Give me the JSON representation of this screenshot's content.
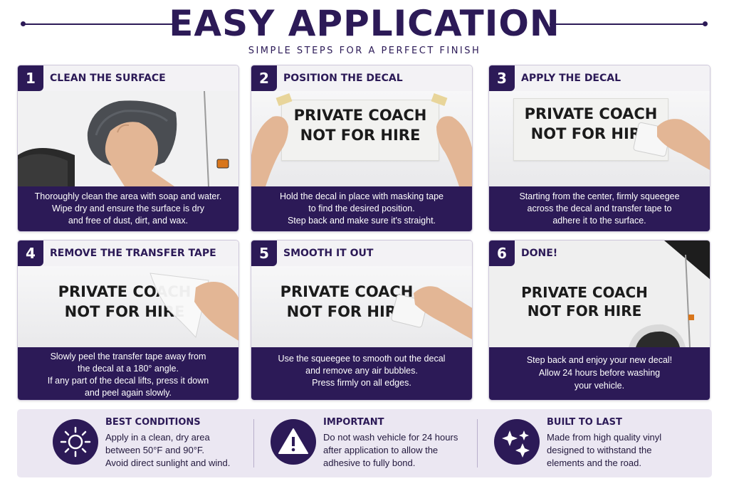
{
  "header": {
    "title": "EASY APPLICATION",
    "subtitle": "SIMPLE STEPS FOR A PERFECT FINISH"
  },
  "decal": {
    "line1": "PRIVATE COACH",
    "line2": "NOT FOR HIRE"
  },
  "steps": [
    {
      "number": "1",
      "title": "CLEAN THE SURFACE",
      "caption": [
        "Thoroughly clean the area with soap and water.",
        "Wipe dry and ensure the surface is dry",
        "and free of dust, dirt, and wax."
      ]
    },
    {
      "number": "2",
      "title": "POSITION THE DECAL",
      "caption": [
        "Hold the decal in place with masking tape",
        "to find the desired position.",
        "Step back and make sure it's straight."
      ]
    },
    {
      "number": "3",
      "title": "APPLY THE DECAL",
      "caption": [
        "Starting from the center, firmly squeegee",
        "across the decal and transfer tape to",
        "adhere it to the surface."
      ]
    },
    {
      "number": "4",
      "title": "REMOVE THE TRANSFER TAPE",
      "caption": [
        "Slowly peel the transfer tape away from",
        "the decal at a 180° angle.",
        "If any part of the decal lifts, press it down",
        "and peel again slowly."
      ]
    },
    {
      "number": "5",
      "title": "SMOOTH IT OUT",
      "caption": [
        "Use the squeegee to smooth out the decal",
        "and remove any air bubbles.",
        "Press firmly on all edges."
      ]
    },
    {
      "number": "6",
      "title": "DONE!",
      "caption": [
        "Step back and enjoy your new decal!",
        "Allow 24 hours before washing",
        "your vehicle."
      ]
    }
  ],
  "tips": [
    {
      "icon": "sun-icon",
      "title": "BEST CONDITIONS",
      "lines": [
        "Apply in a clean, dry area",
        "between 50°F and 90°F.",
        "Avoid direct sunlight and wind."
      ]
    },
    {
      "icon": "warning-icon",
      "title": "IMPORTANT",
      "lines": [
        "Do not wash vehicle for 24 hours",
        "after application to allow the",
        "adhesive to fully bond."
      ]
    },
    {
      "icon": "sparkle-icon",
      "title": "BUILT TO LAST",
      "lines": [
        "Made from high quality vinyl",
        "designed to withstand the",
        "elements and the road."
      ]
    }
  ],
  "colors": {
    "brand_purple": "#2c1a57",
    "footer_bg": "#ebe7f2"
  }
}
